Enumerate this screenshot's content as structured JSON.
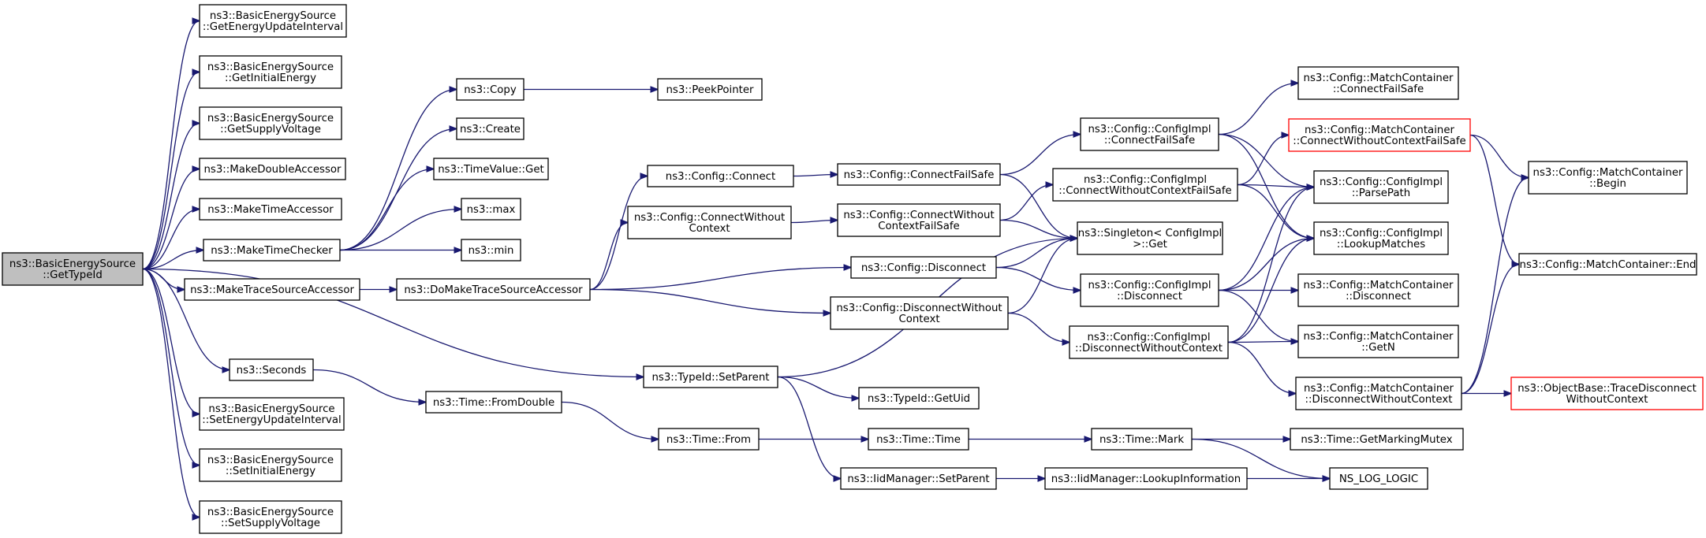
{
  "colors": {
    "edge": "#191970",
    "root_fill": "#bfbfbf",
    "border": "#000000",
    "highlight_border": "#ff0000"
  },
  "nodes": {
    "root": {
      "label": [
        "ns3::BasicEnergySource",
        "::GetTypeId"
      ]
    },
    "get_update_interval": {
      "label": [
        "ns3::BasicEnergySource",
        "::GetEnergyUpdateInterval"
      ]
    },
    "get_initial_energy": {
      "label": [
        "ns3::BasicEnergySource",
        "::GetInitialEnergy"
      ]
    },
    "get_supply_voltage": {
      "label": [
        "ns3::BasicEnergySource",
        "::GetSupplyVoltage"
      ]
    },
    "make_double_accessor": {
      "label": [
        "ns3::MakeDoubleAccessor"
      ]
    },
    "make_time_accessor": {
      "label": [
        "ns3::MakeTimeAccessor"
      ]
    },
    "make_time_checker": {
      "label": [
        "ns3::MakeTimeChecker"
      ]
    },
    "make_trace_source_accessor": {
      "label": [
        "ns3::MakeTraceSourceAccessor"
      ]
    },
    "seconds": {
      "label": [
        "ns3::Seconds"
      ]
    },
    "set_update_interval": {
      "label": [
        "ns3::BasicEnergySource",
        "::SetEnergyUpdateInterval"
      ]
    },
    "set_initial_energy": {
      "label": [
        "ns3::BasicEnergySource",
        "::SetInitialEnergy"
      ]
    },
    "set_supply_voltage": {
      "label": [
        "ns3::BasicEnergySource",
        "::SetSupplyVoltage"
      ]
    },
    "copy": {
      "label": [
        "ns3::Copy"
      ]
    },
    "create": {
      "label": [
        "ns3::Create"
      ]
    },
    "timevalue_get": {
      "label": [
        "ns3::TimeValue::Get"
      ]
    },
    "max": {
      "label": [
        "ns3::max"
      ]
    },
    "min": {
      "label": [
        "ns3::min"
      ]
    },
    "peek_pointer": {
      "label": [
        "ns3::PeekPointer"
      ]
    },
    "do_make_trace": {
      "label": [
        "ns3::DoMakeTraceSourceAccessor"
      ]
    },
    "config_connect": {
      "label": [
        "ns3::Config::Connect"
      ]
    },
    "config_connect_wo": {
      "label": [
        "ns3::Config::ConnectWithout",
        "Context"
      ]
    },
    "config_disconnect": {
      "label": [
        "ns3::Config::Disconnect"
      ]
    },
    "config_disconnect_wo": {
      "label": [
        "ns3::Config::DisconnectWithout",
        "Context"
      ]
    },
    "config_connect_fs": {
      "label": [
        "ns3::Config::ConnectFailSafe"
      ]
    },
    "config_connect_wo_fs": {
      "label": [
        "ns3::Config::ConnectWithout",
        "ContextFailSafe"
      ]
    },
    "impl_connect_fs": {
      "label": [
        "ns3::Config::ConfigImpl",
        "::ConnectFailSafe"
      ]
    },
    "impl_connect_wo_fs": {
      "label": [
        "ns3::Config::ConfigImpl",
        "::ConnectWithoutContextFailSafe"
      ]
    },
    "singleton_get": {
      "label": [
        "ns3::Singleton< ConfigImpl",
        " >::Get"
      ]
    },
    "impl_disconnect": {
      "label": [
        "ns3::Config::ConfigImpl",
        "::Disconnect"
      ]
    },
    "impl_disconnect_wo": {
      "label": [
        "ns3::Config::ConfigImpl",
        "::DisconnectWithoutContext"
      ]
    },
    "mc_connect_fs": {
      "label": [
        "ns3::Config::MatchContainer",
        "::ConnectFailSafe"
      ]
    },
    "mc_connect_wo_fs": {
      "label": [
        "ns3::Config::MatchContainer",
        "::ConnectWithoutContextFailSafe"
      ]
    },
    "parse_path": {
      "label": [
        "ns3::Config::ConfigImpl",
        "::ParsePath"
      ]
    },
    "lookup_matches": {
      "label": [
        "ns3::Config::ConfigImpl",
        "::LookupMatches"
      ]
    },
    "mc_disconnect": {
      "label": [
        "ns3::Config::MatchContainer",
        "::Disconnect"
      ]
    },
    "mc_getn": {
      "label": [
        "ns3::Config::MatchContainer",
        "::GetN"
      ]
    },
    "mc_disconnect_wo": {
      "label": [
        "ns3::Config::MatchContainer",
        "::DisconnectWithoutContext"
      ]
    },
    "mc_begin": {
      "label": [
        "ns3::Config::MatchContainer",
        "::Begin"
      ]
    },
    "mc_end": {
      "label": [
        "ns3::Config::MatchContainer::End"
      ]
    },
    "trace_disconnect_wo": {
      "label": [
        "ns3::ObjectBase::TraceDisconnect",
        "WithoutContext"
      ]
    },
    "typeid_setparent": {
      "label": [
        "ns3::TypeId::SetParent"
      ]
    },
    "typeid_getuid": {
      "label": [
        "ns3::TypeId::GetUid"
      ]
    },
    "time_fromdouble": {
      "label": [
        "ns3::Time::FromDouble"
      ]
    },
    "time_from": {
      "label": [
        "ns3::Time::From"
      ]
    },
    "time_time": {
      "label": [
        "ns3::Time::Time"
      ]
    },
    "time_mark": {
      "label": [
        "ns3::Time::Mark"
      ]
    },
    "get_marking_mutex": {
      "label": [
        "ns3::Time::GetMarkingMutex"
      ]
    },
    "iid_setparent": {
      "label": [
        "ns3::IidManager::SetParent"
      ]
    },
    "iid_lookup": {
      "label": [
        "ns3::IidManager::LookupInformation"
      ]
    },
    "ns_log_logic": {
      "label": [
        "NS_LOG_LOGIC"
      ]
    }
  },
  "edges": [
    [
      "root",
      "get_update_interval"
    ],
    [
      "root",
      "get_initial_energy"
    ],
    [
      "root",
      "get_supply_voltage"
    ],
    [
      "root",
      "make_double_accessor"
    ],
    [
      "root",
      "make_time_accessor"
    ],
    [
      "root",
      "make_time_checker"
    ],
    [
      "root",
      "make_trace_source_accessor"
    ],
    [
      "root",
      "typeid_setparent"
    ],
    [
      "root",
      "seconds"
    ],
    [
      "root",
      "set_update_interval"
    ],
    [
      "root",
      "set_initial_energy"
    ],
    [
      "root",
      "set_supply_voltage"
    ],
    [
      "make_time_checker",
      "copy"
    ],
    [
      "make_time_checker",
      "create"
    ],
    [
      "make_time_checker",
      "timevalue_get"
    ],
    [
      "make_time_checker",
      "max"
    ],
    [
      "make_time_checker",
      "min"
    ],
    [
      "copy",
      "peek_pointer"
    ],
    [
      "make_trace_source_accessor",
      "do_make_trace"
    ],
    [
      "do_make_trace",
      "config_connect"
    ],
    [
      "do_make_trace",
      "config_connect_wo"
    ],
    [
      "do_make_trace",
      "config_disconnect"
    ],
    [
      "do_make_trace",
      "config_disconnect_wo"
    ],
    [
      "config_connect",
      "config_connect_fs"
    ],
    [
      "config_connect_wo",
      "config_connect_wo_fs"
    ],
    [
      "config_connect_fs",
      "impl_connect_fs"
    ],
    [
      "config_connect_fs",
      "singleton_get"
    ],
    [
      "config_connect_wo_fs",
      "impl_connect_wo_fs"
    ],
    [
      "config_connect_wo_fs",
      "singleton_get"
    ],
    [
      "config_disconnect",
      "singleton_get"
    ],
    [
      "config_disconnect",
      "impl_disconnect"
    ],
    [
      "config_disconnect_wo",
      "singleton_get"
    ],
    [
      "config_disconnect_wo",
      "impl_disconnect_wo"
    ],
    [
      "impl_connect_fs",
      "mc_connect_fs"
    ],
    [
      "impl_connect_fs",
      "parse_path"
    ],
    [
      "impl_connect_fs",
      "lookup_matches"
    ],
    [
      "impl_connect_wo_fs",
      "mc_connect_wo_fs"
    ],
    [
      "impl_connect_wo_fs",
      "parse_path"
    ],
    [
      "impl_connect_wo_fs",
      "lookup_matches"
    ],
    [
      "impl_disconnect",
      "parse_path"
    ],
    [
      "impl_disconnect",
      "lookup_matches"
    ],
    [
      "impl_disconnect",
      "mc_disconnect"
    ],
    [
      "impl_disconnect",
      "mc_getn"
    ],
    [
      "impl_disconnect_wo",
      "parse_path"
    ],
    [
      "impl_disconnect_wo",
      "lookup_matches"
    ],
    [
      "impl_disconnect_wo",
      "mc_getn"
    ],
    [
      "impl_disconnect_wo",
      "mc_disconnect_wo"
    ],
    [
      "mc_connect_wo_fs",
      "mc_begin"
    ],
    [
      "mc_connect_wo_fs",
      "mc_end"
    ],
    [
      "mc_disconnect_wo",
      "mc_begin"
    ],
    [
      "mc_disconnect_wo",
      "mc_end"
    ],
    [
      "mc_disconnect_wo",
      "trace_disconnect_wo"
    ],
    [
      "typeid_setparent",
      "singleton_get"
    ],
    [
      "typeid_setparent",
      "typeid_getuid"
    ],
    [
      "typeid_setparent",
      "iid_setparent"
    ],
    [
      "seconds",
      "time_fromdouble"
    ],
    [
      "time_fromdouble",
      "time_from"
    ],
    [
      "time_from",
      "time_time"
    ],
    [
      "time_time",
      "time_mark"
    ],
    [
      "time_mark",
      "get_marking_mutex"
    ],
    [
      "time_mark",
      "ns_log_logic"
    ],
    [
      "iid_setparent",
      "iid_lookup"
    ],
    [
      "iid_lookup",
      "ns_log_logic"
    ]
  ]
}
